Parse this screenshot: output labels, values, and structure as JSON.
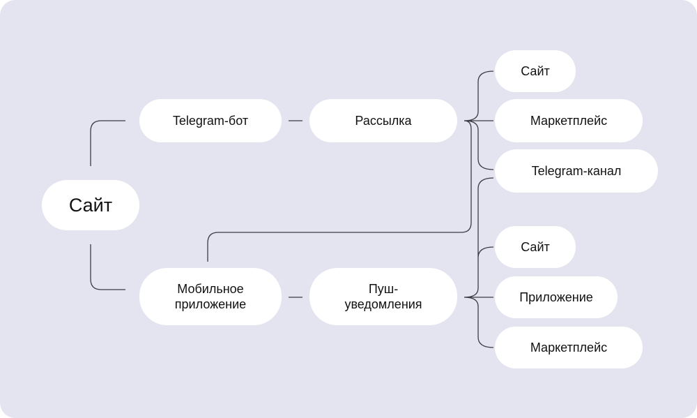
{
  "root": {
    "label": "Сайт"
  },
  "level1": [
    {
      "label": "Telegram-бот"
    },
    {
      "label": "Мобильное\nприложение"
    }
  ],
  "level2": [
    {
      "label": "Рассылка"
    },
    {
      "label": "Пуш-\nуведомления"
    }
  ],
  "mailing_targets": [
    {
      "label": "Сайт"
    },
    {
      "label": "Маркетплейс"
    },
    {
      "label": "Telegram-канал"
    }
  ],
  "push_targets": [
    {
      "label": "Сайт"
    },
    {
      "label": "Приложение"
    },
    {
      "label": "Маркетплейс"
    }
  ],
  "colors": {
    "background": "#e4e3f0",
    "node": "#ffffff",
    "line": "#3a3a44"
  }
}
